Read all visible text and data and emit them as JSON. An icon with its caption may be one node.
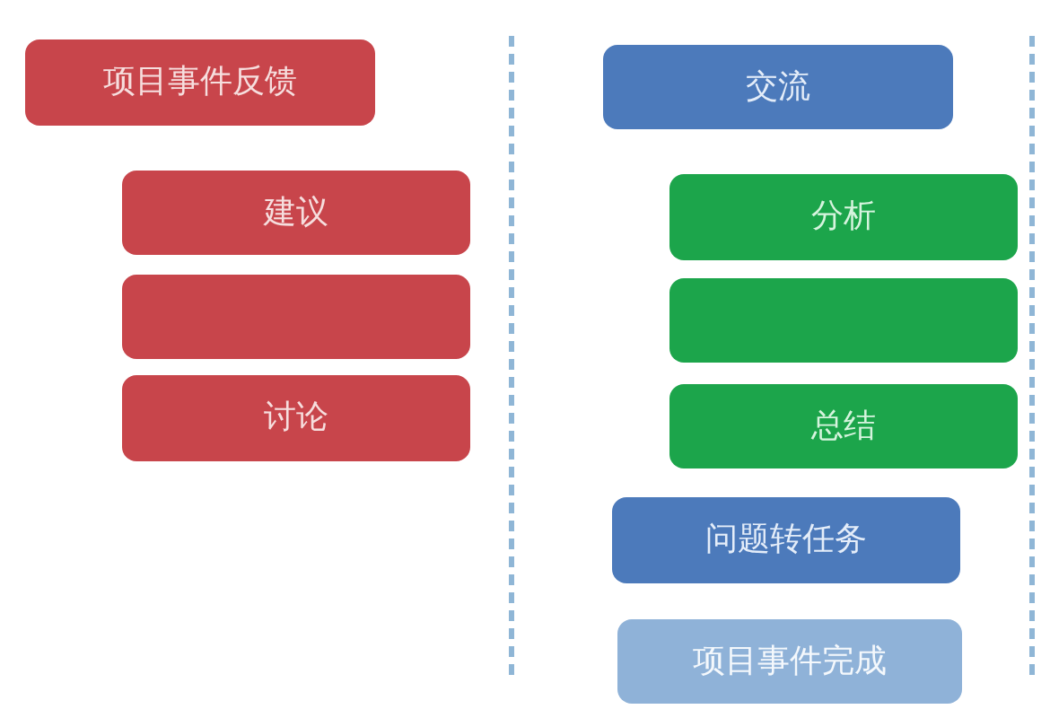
{
  "diagram": {
    "nodes": [
      {
        "text": [
          "项目事件反馈"
        ]
      },
      {
        "text": [
          "建议"
        ]
      },
      {
        "text": [],
        "shape": "box"
      },
      {
        "text": [
          "讨论"
        ]
      },
      {
        "text": [
          "交流"
        ]
      },
      {
        "text": [
          "分析"
        ]
      },
      {
        "text": [],
        "shape": "box"
      },
      {
        "text": [
          "总结"
        ]
      },
      {
        "text": [
          "问题转任务"
        ]
      },
      {
        "text": [
          "项目事件完成"
        ]
      }
    ]
  }
}
